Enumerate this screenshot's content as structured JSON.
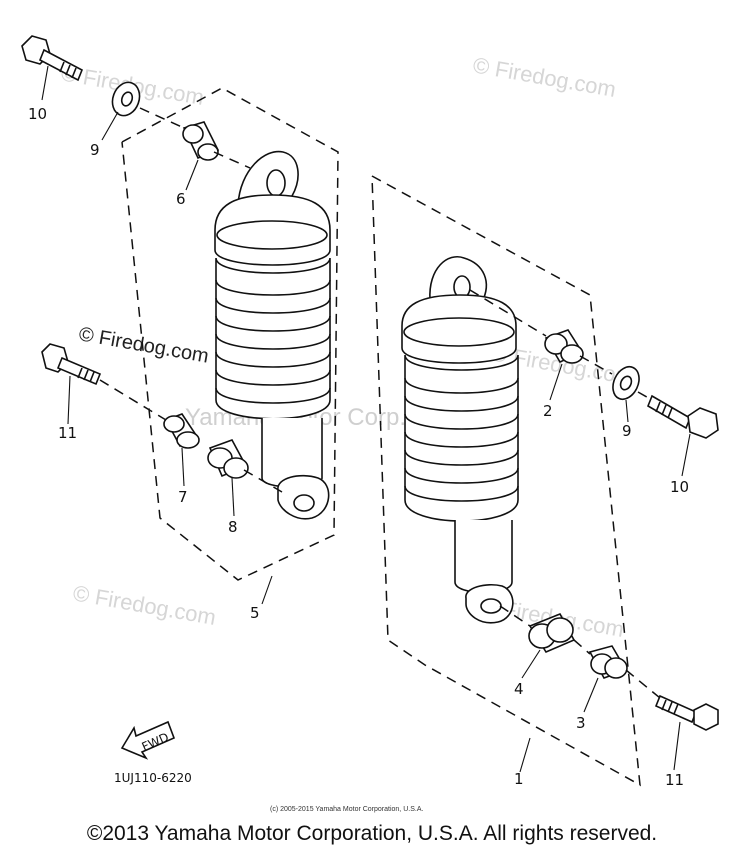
{
  "diagram": {
    "watermarks": [
      "© Firedog.com",
      "© Firedog.com",
      "© Firedog.com",
      "© Firedog.com",
      "© Firedog.com",
      "© Firedog.com"
    ],
    "watermark_center": "Yamaha Motor Corp., U.S.A.",
    "callouts": {
      "c1": "1",
      "c2": "2",
      "c3": "3",
      "c4": "4",
      "c5": "5",
      "c6": "6",
      "c7": "7",
      "c8": "8",
      "c9a": "9",
      "c9b": "9",
      "c10a": "10",
      "c10b": "10",
      "c11a": "11",
      "c11b": "11"
    },
    "fwd_label": "FWD",
    "part_code": "1UJ110-6220",
    "small_copyright": "(c) 2005-2015 Yamaha Motor Corporation, U.S.A."
  },
  "footer": {
    "copyright": "©2013 Yamaha Motor Corporation, U.S.A. All rights reserved."
  }
}
